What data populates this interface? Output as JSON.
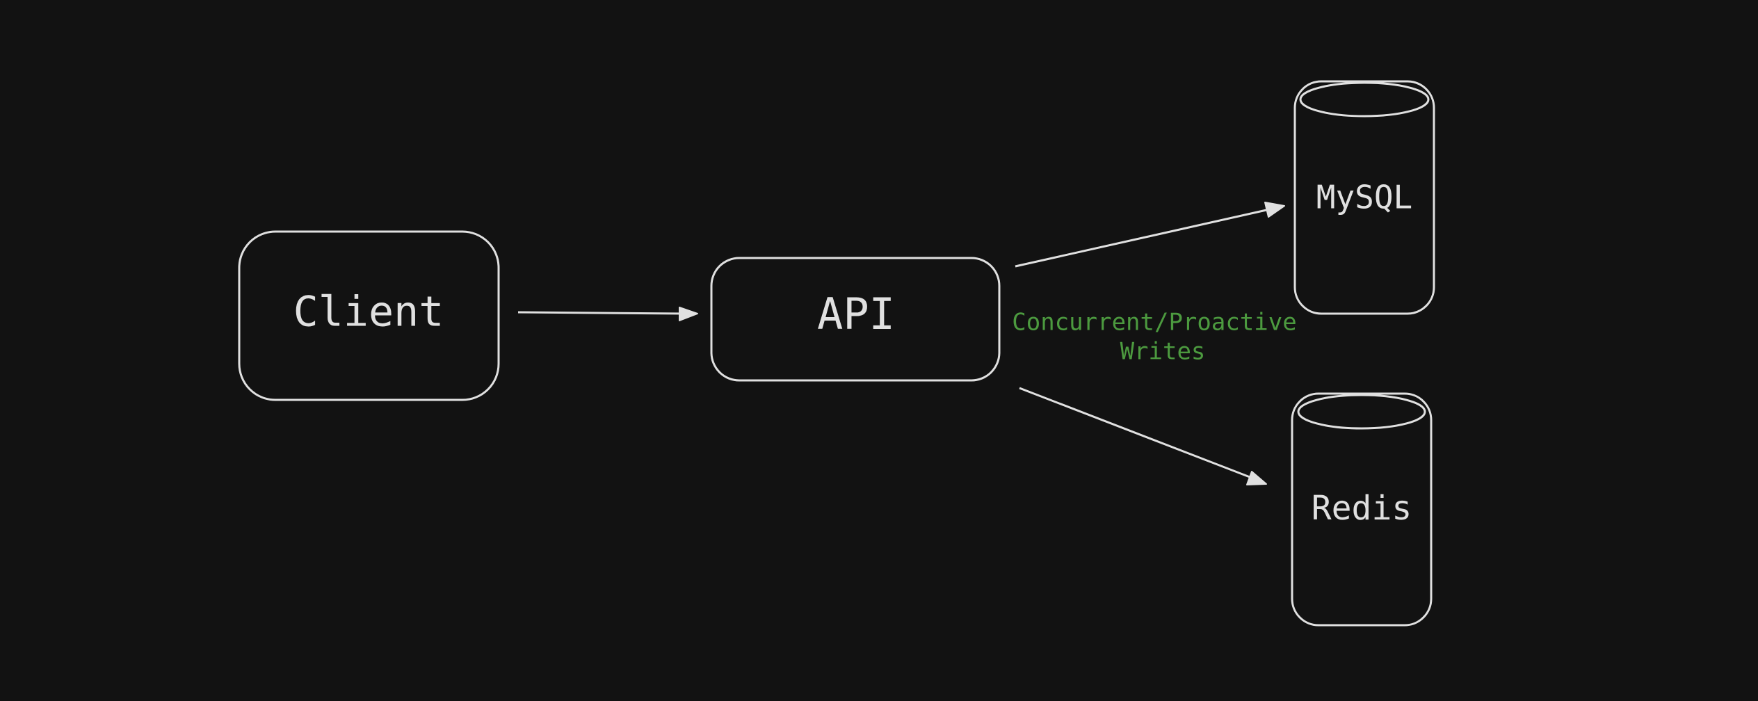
{
  "nodes": {
    "client": {
      "label": "Client"
    },
    "api": {
      "label": "API"
    },
    "mysql": {
      "label": "MySQL"
    },
    "redis": {
      "label": "Redis"
    }
  },
  "edges": {
    "api_to_stores_label_line1": "Concurrent/Proactive",
    "api_to_stores_label_line2": "Writes"
  },
  "colors": {
    "background": "#121212",
    "stroke": "#e0e0e0",
    "annotation": "#4c9a3f"
  }
}
